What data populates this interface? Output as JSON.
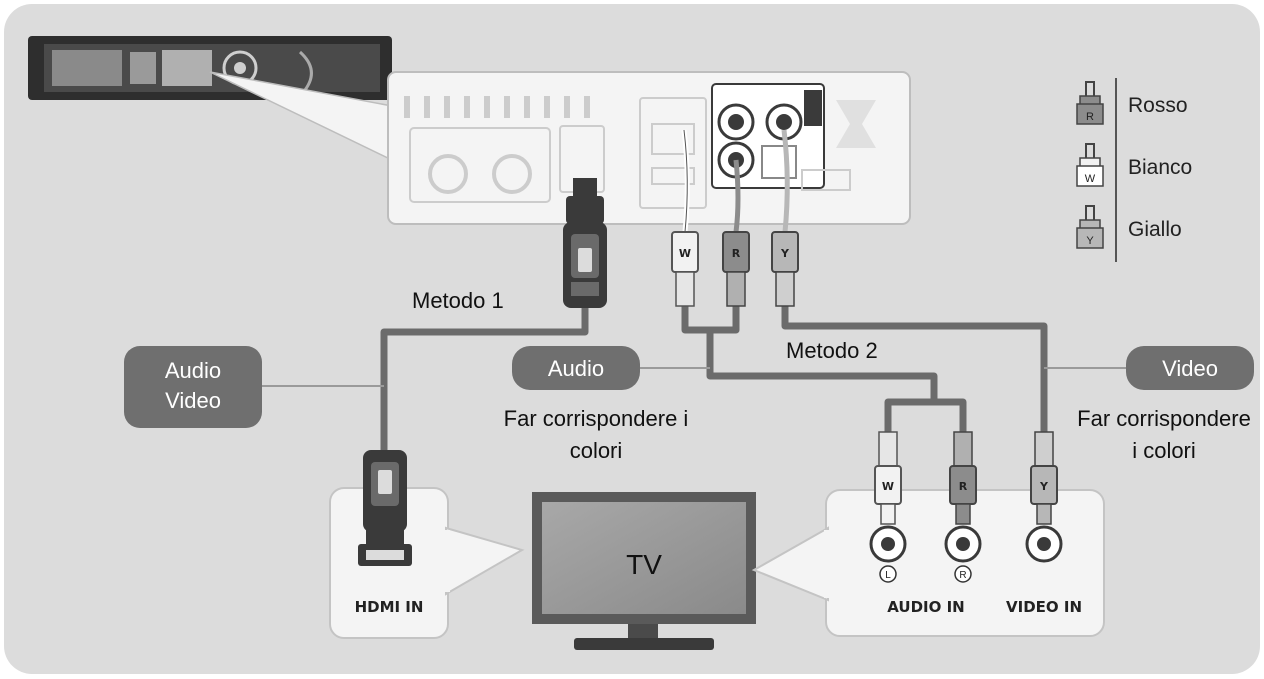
{
  "legend": {
    "items": [
      {
        "letter": "R",
        "label": "Rosso"
      },
      {
        "letter": "W",
        "label": "Bianco"
      },
      {
        "letter": "Y",
        "label": "Giallo"
      }
    ]
  },
  "methods": {
    "method1": "Metodo 1",
    "method2": "Metodo 2"
  },
  "tags": {
    "audio_video_line1": "Audio",
    "audio_video_line2": "Video",
    "audio": "Audio",
    "video": "Video"
  },
  "notes": {
    "audio_line1": "Far corrispondere i",
    "audio_line2": "colori",
    "video_line1": "Far corrispondere",
    "video_line2": "i colori"
  },
  "tv": {
    "label": "TV"
  },
  "hdmi_panel": {
    "label": "HDMI IN"
  },
  "av_panel": {
    "audio_in": "AUDIO IN",
    "video_in": "VIDEO IN",
    "left": "L",
    "right": "R"
  },
  "plugs": {
    "white": "W",
    "red": "R",
    "yellow": "Y"
  },
  "colors": {
    "background": "#dcdcdc",
    "tag": "#6f6f6f",
    "cable": "#6b6b6b",
    "panel": "#f4f4f4",
    "red_plug": "#8c8c8c",
    "white_plug": "#f2f2f2",
    "yellow_plug": "#b7b7b7"
  }
}
